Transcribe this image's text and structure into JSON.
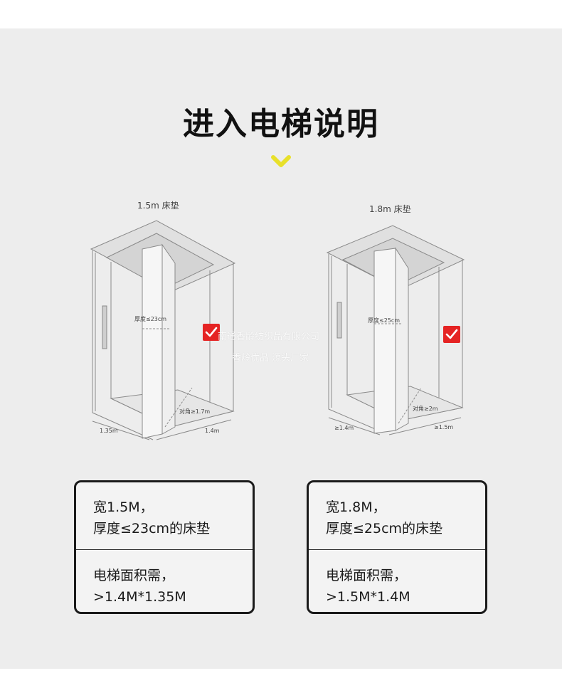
{
  "title": "进入电梯说明",
  "accent_color": "#e8e02a",
  "check_color": "#e52323",
  "watermark": {
    "line1": "南通香龄纺织品有限公司",
    "line2": "香龄优品 源头厂家"
  },
  "diagrams": [
    {
      "label": "1.5m 床垫",
      "thickness": "厚度≤23cm",
      "diagonal": "对角≥1.7m",
      "depth_dim": "1.35m",
      "width_dim": "1.4m"
    },
    {
      "label": "1.8m 床垫",
      "thickness": "厚度≤25cm",
      "diagonal": "对角≥2m",
      "depth_dim": "≥1.4m",
      "width_dim": "≥1.5m"
    }
  ],
  "cards": [
    {
      "spec_line1": "宽1.5M，",
      "spec_line2": "厚度≤23cm的床垫",
      "area_line1": "电梯面积需，",
      "area_line2": ">1.4M*1.35M"
    },
    {
      "spec_line1": "宽1.8M，",
      "spec_line2": "厚度≤25cm的床垫",
      "area_line1": "电梯面积需，",
      "area_line2": ">1.5M*1.4M"
    }
  ]
}
